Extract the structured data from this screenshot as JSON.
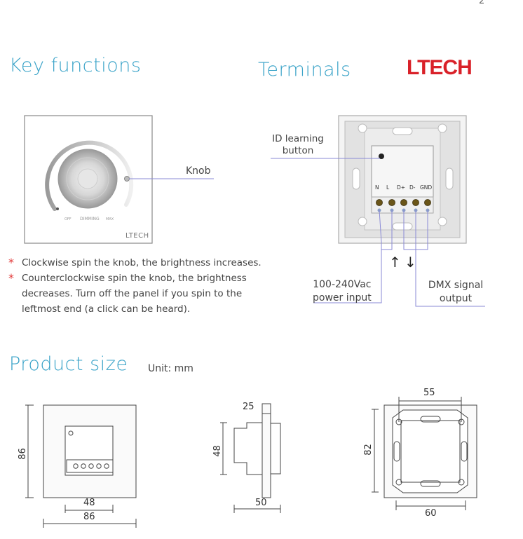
{
  "page_number": "2",
  "brand": {
    "logo_text": "LTECH",
    "color": "#d92129"
  },
  "accent_color": "#3aa3c8",
  "key_functions": {
    "title": "Key functions",
    "knob_label": "Knob",
    "panel_texts": {
      "off": "OFF",
      "dimming": "DIMMING",
      "max": "MAX",
      "logo": "LTECH"
    },
    "bullets": [
      {
        "marker": "*",
        "lines": [
          "Clockwise spin the knob, the brightness increases."
        ]
      },
      {
        "marker": "*",
        "lines": [
          "Counterclockwise spin the knob, the brightness",
          "decreases. Turn off the panel if you spin to the",
          "leftmost end (a click can be heard)."
        ]
      }
    ]
  },
  "terminals": {
    "title": "Terminals",
    "id_button_label": [
      "ID learning",
      "button"
    ],
    "pins": [
      "N",
      "L",
      "D+",
      "D-",
      "GND"
    ],
    "power_label": [
      "100-240Vac",
      "power input"
    ],
    "dmx_label": [
      "DMX signal",
      "output"
    ],
    "arrow_up": "↑",
    "arrow_down": "↓"
  },
  "product_size": {
    "title": "Product size",
    "unit": "Unit: mm",
    "front_view": {
      "height": "86",
      "inner_width": "48",
      "width": "86"
    },
    "side_view": {
      "depth": "25",
      "height": "48",
      "width": "50"
    },
    "back_view": {
      "top_width": "55",
      "height": "82",
      "bottom_width": "60"
    }
  }
}
